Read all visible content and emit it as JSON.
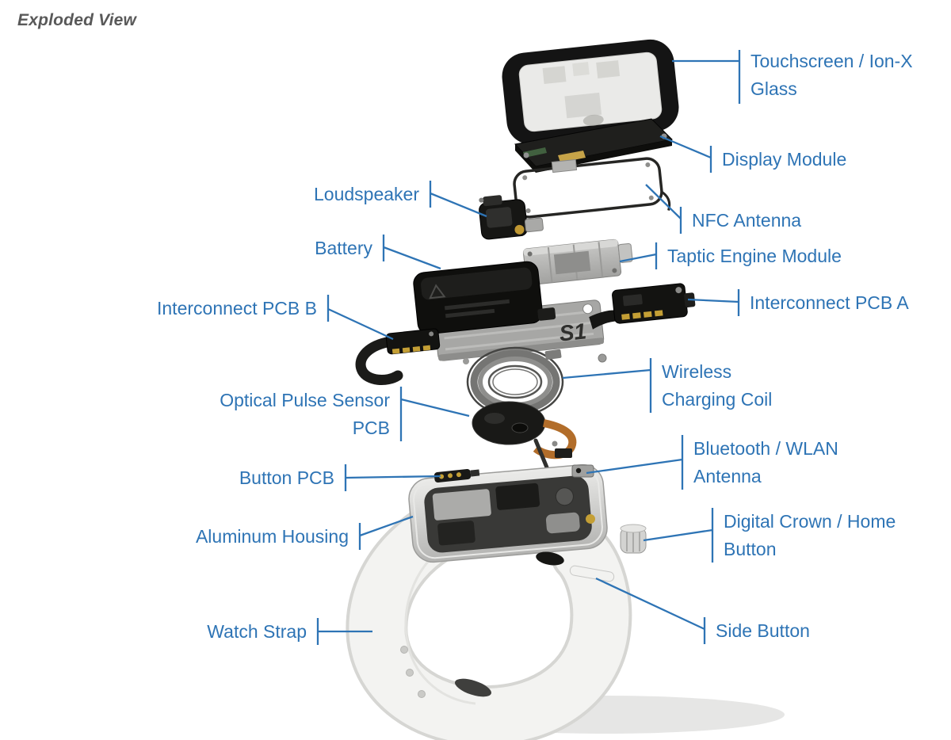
{
  "title": "Exploded View",
  "colors": {
    "label_text": "#2E74B5",
    "leader_line": "#2E74B5",
    "title_text": "#595959"
  },
  "labels": {
    "touchscreen": {
      "text": "Touchscreen / Ion-X\nGlass"
    },
    "display_module": {
      "text": "Display Module"
    },
    "nfc_antenna": {
      "text": "NFC Antenna"
    },
    "taptic_engine": {
      "text": "Taptic Engine Module"
    },
    "interconnect_pcb_a": {
      "text": "Interconnect PCB A"
    },
    "wireless_charging_coil": {
      "text": "Wireless\nCharging Coil"
    },
    "bluetooth_wlan_antenna": {
      "text": "Bluetooth / WLAN\nAntenna"
    },
    "digital_crown": {
      "text": "Digital Crown / Home\nButton"
    },
    "side_button": {
      "text": "Side Button"
    },
    "loudspeaker": {
      "text": "Loudspeaker"
    },
    "battery": {
      "text": "Battery"
    },
    "interconnect_pcb_b": {
      "text": "Interconnect PCB B"
    },
    "optical_pulse_sensor": {
      "text": "Optical Pulse Sensor\nPCB"
    },
    "button_pcb": {
      "text": "Button PCB"
    },
    "aluminum_housing": {
      "text": "Aluminum Housing"
    },
    "watch_strap": {
      "text": "Watch Strap"
    }
  },
  "illustration": {
    "shield_marking": "S1"
  }
}
